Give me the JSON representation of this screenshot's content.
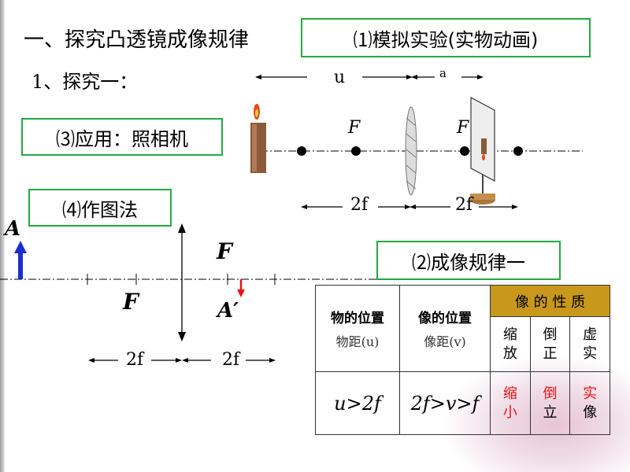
{
  "header": {
    "title": "一、探究凸透镜成像规律",
    "subtitle": "1、探究一："
  },
  "boxes": {
    "simulation": "⑴模拟实验(实物动画)",
    "application": "⑶应用：照相机",
    "drawing": "⑷作图法",
    "rule": "⑵成像规律一"
  },
  "experiment": {
    "u_label": "u",
    "v_label": "a",
    "focal_left": "F",
    "focal_right": "F",
    "twof_left": "2f",
    "twof_right": "2f"
  },
  "ray_diagram": {
    "object_label": "A",
    "image_label": "A′",
    "focal_top": "F",
    "focal_bottom": "F",
    "twof_left": "2f",
    "twof_right": "2f"
  },
  "table": {
    "col1_title": "物的位置",
    "col1_sub": "物距(u)",
    "col2_title": "像的位置",
    "col2_sub": "像距(v)",
    "nature_title": "像 的 性 质",
    "nature_cols": [
      "缩\n放",
      "倒\n正",
      "虚\n实"
    ],
    "row_object": "u>2f",
    "row_image": "2f>v>f",
    "row_results": [
      "缩\n小",
      "倒\n立",
      "实\n像"
    ]
  },
  "colors": {
    "box_border": "#22aa44",
    "nature_header": "#c8981c",
    "highlight_red": "#ee1111",
    "object_arrow": "#1a2fd0"
  }
}
